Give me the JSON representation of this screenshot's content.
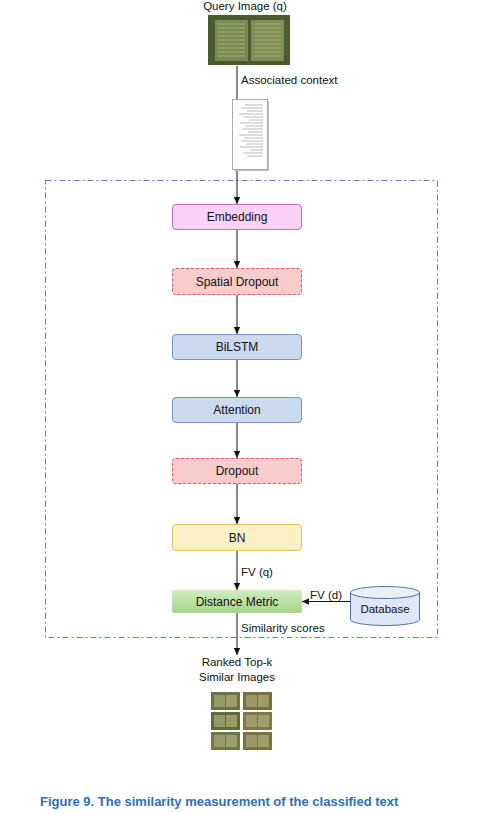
{
  "diagram": {
    "caption": "Figure 9. The similarity measurement of the classified text",
    "nodes": [
      {
        "text": [
          "Query Image (q)"
        ]
      },
      {
        "text": [
          "Embedding"
        ]
      },
      {
        "text": [
          "Spatial Dropout"
        ]
      },
      {
        "text": [
          "BiLSTM"
        ]
      },
      {
        "text": [
          "Attention"
        ]
      },
      {
        "text": [
          "Dropout"
        ]
      },
      {
        "text": [
          "BN"
        ]
      },
      {
        "text": [
          "Distance Metric"
        ]
      },
      {
        "text": [
          "Database"
        ]
      },
      {
        "text": [
          "Ranked Top-k Similar Images"
        ]
      }
    ],
    "edges": [
      {
        "from": 0,
        "to": 1,
        "arrow": "to",
        "label": "Associated context"
      },
      {
        "from": 1,
        "to": 2,
        "arrow": "to"
      },
      {
        "from": 2,
        "to": 3,
        "arrow": "to"
      },
      {
        "from": 3,
        "to": 4,
        "arrow": "to"
      },
      {
        "from": 4,
        "to": 5,
        "arrow": "to"
      },
      {
        "from": 5,
        "to": 6,
        "arrow": "to"
      },
      {
        "from": 6,
        "to": 7,
        "arrow": "to",
        "label": "FV (q)"
      },
      {
        "from": 8,
        "to": 7,
        "arrow": "to",
        "label": "FV (d)"
      },
      {
        "from": 7,
        "to": 9,
        "arrow": "to",
        "label": "Similarity scores"
      }
    ]
  }
}
